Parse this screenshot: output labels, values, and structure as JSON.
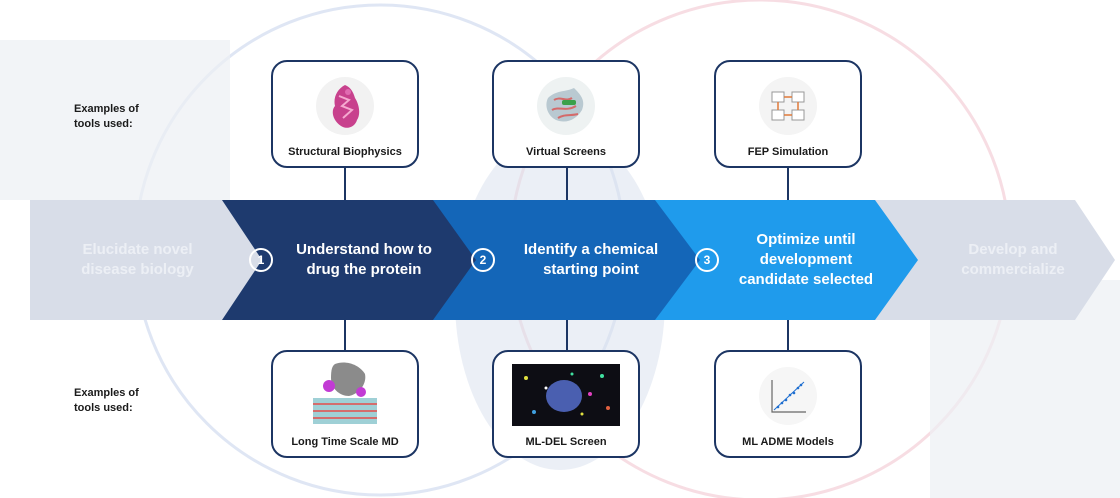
{
  "side_labels": {
    "top": [
      "Examples of",
      "tools used:"
    ],
    "bottom": [
      "Examples of",
      "tools used:"
    ]
  },
  "stages": [
    {
      "number": "",
      "lines": [
        "Elucidate novel",
        "disease biology"
      ]
    },
    {
      "number": "1",
      "lines": [
        "Understand how to",
        "drug the protein"
      ]
    },
    {
      "number": "2",
      "lines": [
        "Identify a chemical",
        "starting point"
      ]
    },
    {
      "number": "3",
      "lines": [
        "Optimize until",
        "development",
        "candidate selected"
      ]
    },
    {
      "number": "",
      "lines": [
        "Develop and",
        "commercialize"
      ]
    }
  ],
  "tools_top": [
    {
      "label": "Structural Biophysics",
      "icon": "protein-structure-icon"
    },
    {
      "label": "Virtual Screens",
      "icon": "virtual-screen-icon"
    },
    {
      "label": "FEP Simulation",
      "icon": "fep-diagram-icon"
    }
  ],
  "tools_bottom": [
    {
      "label": "Long Time Scale MD",
      "icon": "membrane-md-icon"
    },
    {
      "label": "ML-DEL Screen",
      "icon": "del-screen-icon"
    },
    {
      "label": "ML ADME Models",
      "icon": "scatter-plot-icon"
    }
  ],
  "colors": {
    "stage_faded": "#d8dde8",
    "stage_1": "#1e3a6e",
    "stage_2": "#1466b8",
    "stage_3": "#1f9bec",
    "card_border": "#1c3563"
  }
}
